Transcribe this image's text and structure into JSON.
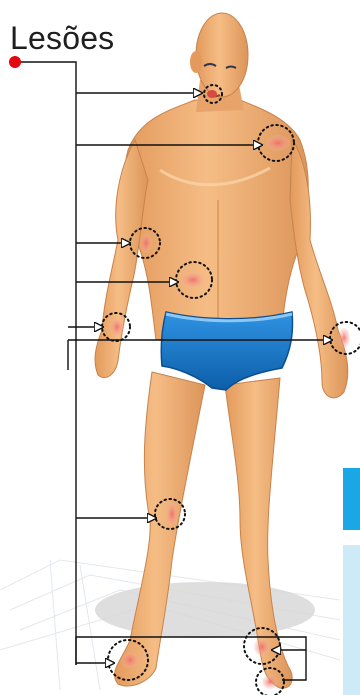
{
  "title": "Lesões",
  "colors": {
    "skin": "#f2b47a",
    "skin_shadow": "#d9915a",
    "skin_highlight": "#fbd7ad",
    "briefs": "#1a7fd4",
    "briefs_dark": "#0d5ea8",
    "wound": "#e9837b",
    "connector": "#111111",
    "dot": "#e30613",
    "panel_blue": "#1aa7e6",
    "panel_light": "#cfeaf7"
  },
  "lesions": [
    {
      "name": "mouth"
    },
    {
      "name": "left-shoulder"
    },
    {
      "name": "right-forearm"
    },
    {
      "name": "abdomen"
    },
    {
      "name": "right-wrist"
    },
    {
      "name": "left-hand"
    },
    {
      "name": "right-knee"
    },
    {
      "name": "right-foot"
    },
    {
      "name": "left-ankle"
    },
    {
      "name": "left-foot"
    }
  ]
}
